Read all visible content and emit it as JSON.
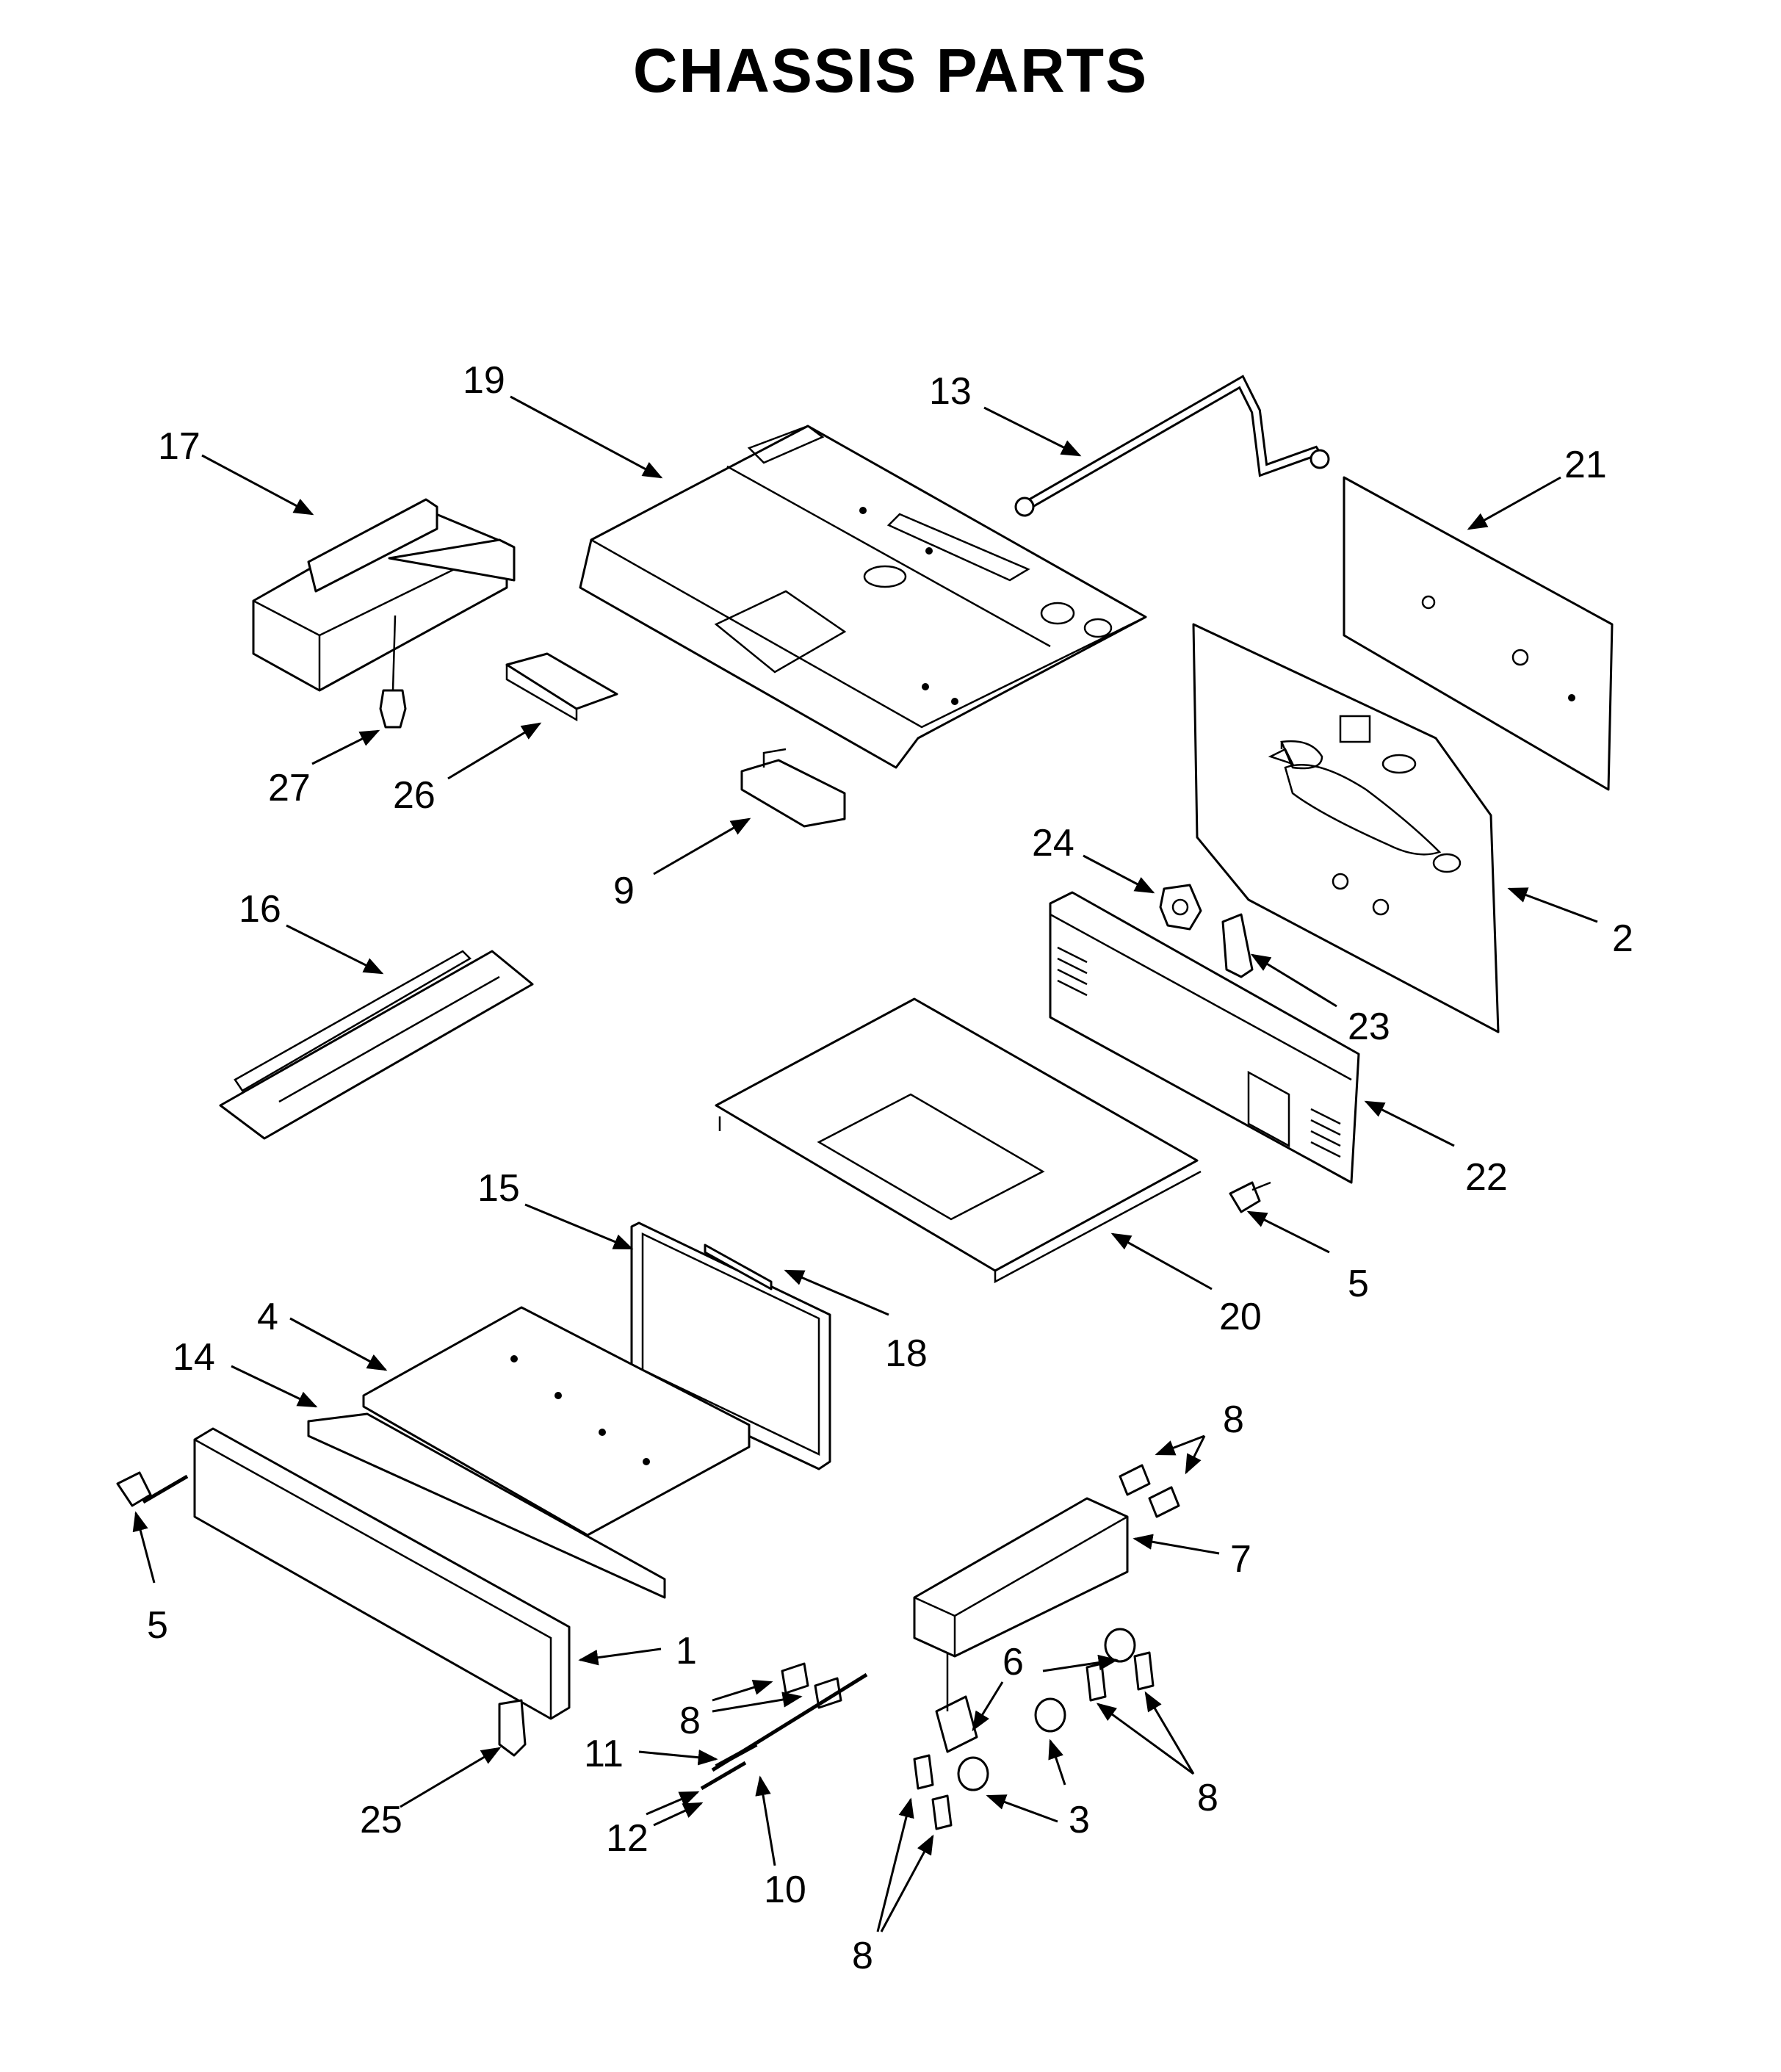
{
  "title": "CHASSIS PARTS",
  "callouts": [
    {
      "id": "c17a",
      "label": "17"
    },
    {
      "id": "c19",
      "label": "19"
    },
    {
      "id": "c13",
      "label": "13"
    },
    {
      "id": "c21",
      "label": "21"
    },
    {
      "id": "c27",
      "label": "27"
    },
    {
      "id": "c26",
      "label": "26"
    },
    {
      "id": "c9",
      "label": "9"
    },
    {
      "id": "c24",
      "label": "24"
    },
    {
      "id": "c2",
      "label": "2"
    },
    {
      "id": "c16",
      "label": "16"
    },
    {
      "id": "c23",
      "label": "23"
    },
    {
      "id": "c22",
      "label": "22"
    },
    {
      "id": "c15",
      "label": "15"
    },
    {
      "id": "c5a",
      "label": "5"
    },
    {
      "id": "c20",
      "label": "20"
    },
    {
      "id": "c4",
      "label": "4"
    },
    {
      "id": "c18",
      "label": "18"
    },
    {
      "id": "c14",
      "label": "14"
    },
    {
      "id": "c8a",
      "label": "8"
    },
    {
      "id": "c7",
      "label": "7"
    },
    {
      "id": "c5b",
      "label": "5"
    },
    {
      "id": "c1",
      "label": "1"
    },
    {
      "id": "c6",
      "label": "6"
    },
    {
      "id": "c8b",
      "label": "8"
    },
    {
      "id": "c11",
      "label": "11"
    },
    {
      "id": "c8c",
      "label": "8"
    },
    {
      "id": "c12",
      "label": "12"
    },
    {
      "id": "c3",
      "label": "3"
    },
    {
      "id": "c25",
      "label": "25"
    },
    {
      "id": "c10",
      "label": "10"
    },
    {
      "id": "c8d",
      "label": "8"
    }
  ]
}
